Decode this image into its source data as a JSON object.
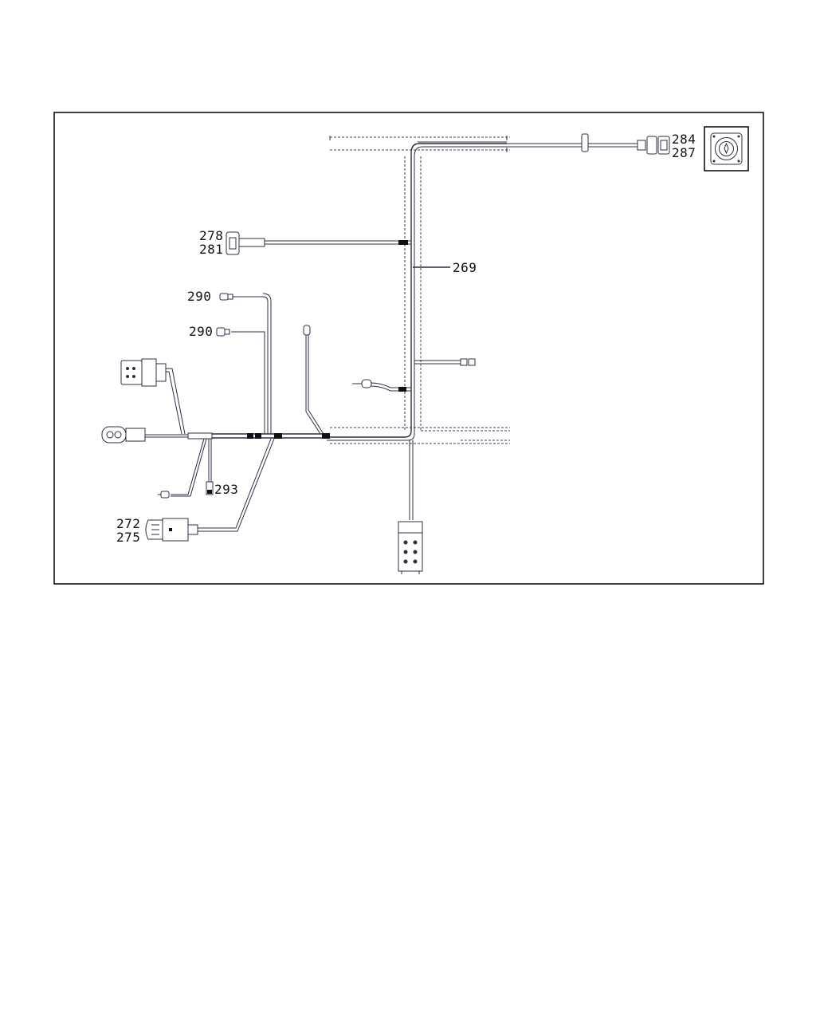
{
  "diagram": {
    "colors": {
      "line": "#2b2f45",
      "label": "#111111",
      "frame": "#000000"
    },
    "callouts": {
      "c269": "269",
      "c272": "272",
      "c275": "275",
      "c278": "278",
      "c281": "281",
      "c284": "284",
      "c287": "287",
      "c290a": "290",
      "c290b": "290",
      "c293": "293"
    },
    "icons": {
      "ignition": "ignition-switch-icon"
    }
  }
}
